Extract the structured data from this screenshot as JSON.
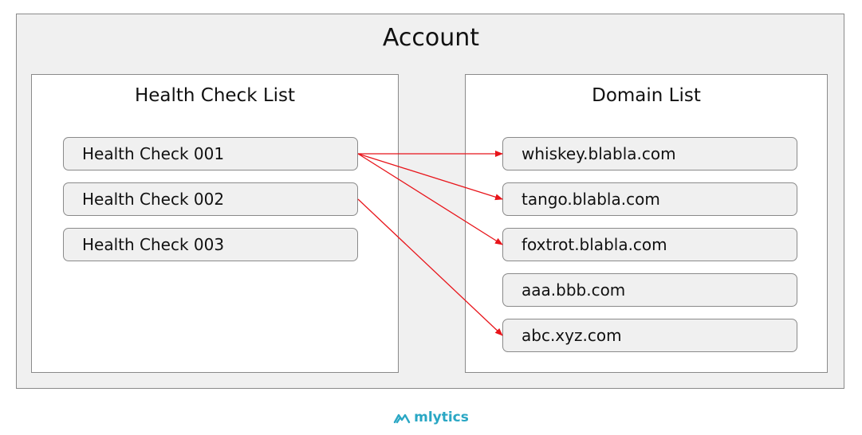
{
  "account": {
    "title": "Account"
  },
  "health_checks": {
    "title": "Health Check List",
    "items": [
      "Health Check 001",
      "Health Check 002",
      "Health Check 003"
    ]
  },
  "domains": {
    "title": "Domain List",
    "items": [
      "whiskey.blabla.com",
      "tango.blabla.com",
      "foxtrot.blabla.com",
      "aaa.bbb.com",
      "abc.xyz.com"
    ]
  },
  "links": [
    {
      "from": 0,
      "to": 0
    },
    {
      "from": 0,
      "to": 1
    },
    {
      "from": 0,
      "to": 2
    },
    {
      "from": 1,
      "to": 4
    }
  ],
  "colors": {
    "arrow": "#e8141a",
    "brand": "#2aa7c4",
    "panel_bg": "#f0f0f0"
  },
  "brand": {
    "name": "mlytics",
    "icon": "mlytics-logo-icon"
  }
}
